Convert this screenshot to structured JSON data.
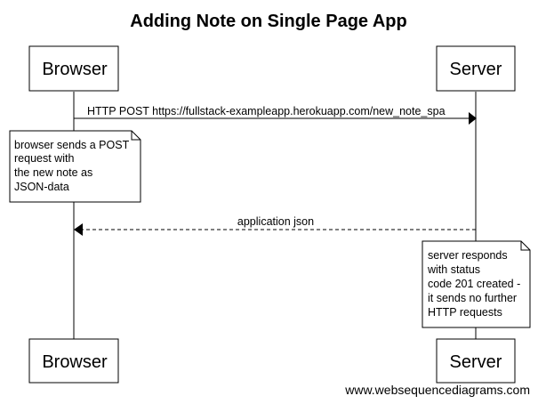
{
  "diagram": {
    "title": "Adding Note on Single Page App",
    "actors": {
      "browser": "Browser",
      "server": "Server"
    },
    "messages": [
      {
        "from": "browser",
        "to": "server",
        "label": "HTTP POST https://fullstack-exampleapp.herokuapp.com/new_note_spa",
        "style": "solid"
      },
      {
        "from": "server",
        "to": "browser",
        "label": "application json",
        "style": "dashed"
      }
    ],
    "notes": {
      "browser_note": [
        "browser sends a POST",
        "request with",
        "the new note as",
        "JSON-data"
      ],
      "server_note": [
        "server responds",
        "with status",
        "code 201 created -",
        "it sends no further",
        "HTTP requests"
      ]
    },
    "footer": "www.websequencediagrams.com"
  }
}
